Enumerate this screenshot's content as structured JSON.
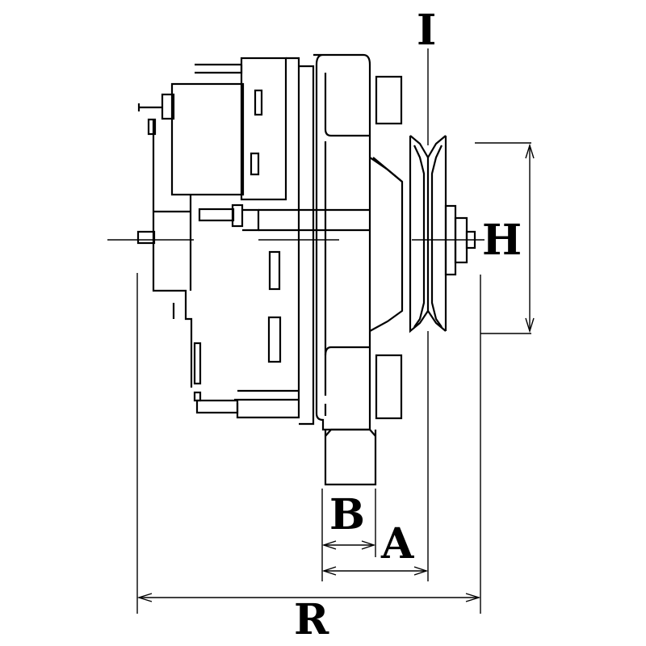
{
  "dimensions": {
    "I": "I",
    "H": "H",
    "B": "B",
    "A": "A",
    "R": "R"
  },
  "colors": {
    "line": "#000000",
    "background": "#ffffff"
  }
}
